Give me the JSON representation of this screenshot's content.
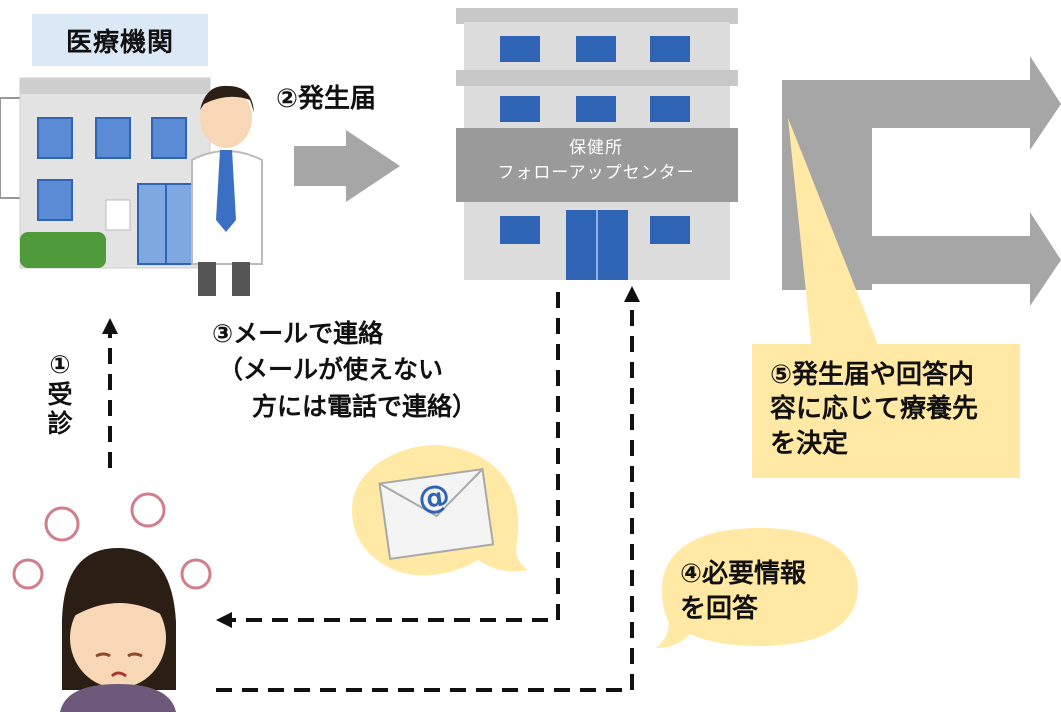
{
  "hospital": {
    "label": "医療機関"
  },
  "center": {
    "line1": "保健所",
    "line2": "フォローアップセンター"
  },
  "steps": {
    "step1": "①受診",
    "step2": "②発生届",
    "step3": [
      "③メールで連絡",
      "（メールが使えない",
      "方には電話で連絡）"
    ],
    "step4": [
      "④必要情報",
      "を回答"
    ],
    "step5": [
      "⑤発生届や回答内",
      "容に応じて療養先",
      "を決定"
    ]
  },
  "icons": {
    "email": "envelope-at-icon",
    "hospital": "hospital-building-icon",
    "doctor": "doctor-icon",
    "center": "health-center-building-icon",
    "patient": "sick-patient-icon"
  },
  "colors": {
    "arrow_gray": "#a6a6a6",
    "callout_yellow": "#ffe9a4",
    "hospital_tag_bg": "#dbe9f7",
    "building_gray": "#d9d9d9",
    "window_blue": "#2f64b5"
  }
}
